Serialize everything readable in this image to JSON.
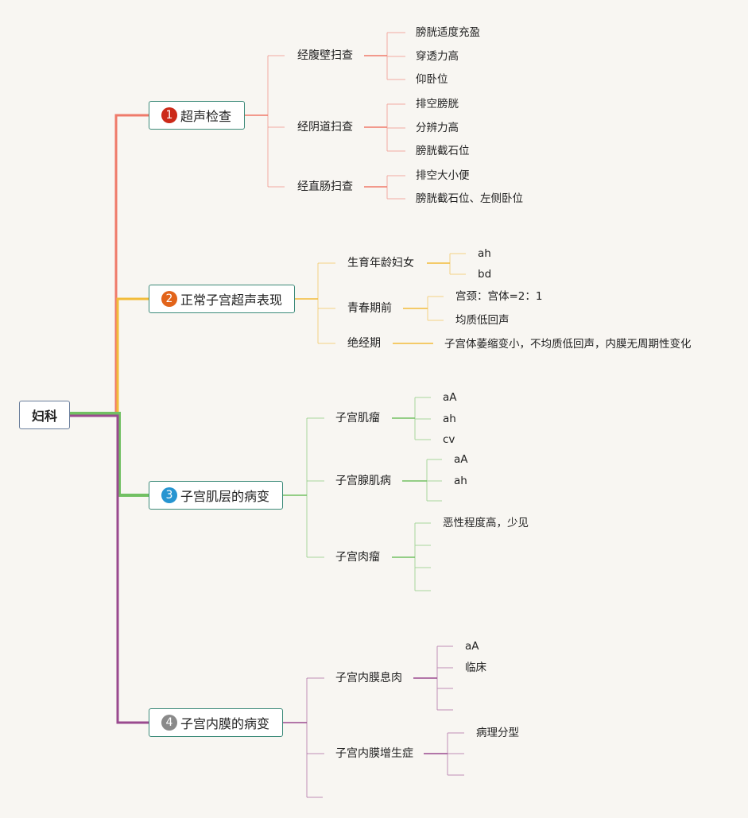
{
  "colors": {
    "b1": "#ef7a6a",
    "b2": "#f2bc3a",
    "b3": "#72c063",
    "b4": "#9a4a8f",
    "num1": "#cc2a19",
    "num2": "#e2641a",
    "num3": "#2795d1",
    "num4": "#8a8a8a"
  },
  "root": {
    "label": "妇科"
  },
  "branches": [
    {
      "num": "1",
      "label": "超声检查",
      "children": [
        {
          "label": "经腹壁扫查",
          "leaves": [
            "膀胱适度充盈",
            "穿透力高",
            "仰卧位"
          ]
        },
        {
          "label": "经阴道扫查",
          "leaves": [
            "排空膀胱",
            "分辨力高",
            "膀胱截石位"
          ]
        },
        {
          "label": "经直肠扫查",
          "leaves": [
            "排空大小便",
            "膀胱截石位、左侧卧位"
          ]
        }
      ]
    },
    {
      "num": "2",
      "label": "正常子宫超声表现",
      "children": [
        {
          "label": "生育年龄妇女",
          "leaves": [
            "ah",
            "bd"
          ]
        },
        {
          "label": "青春期前",
          "leaves": [
            "宫颈：宫体=2：1",
            "均质低回声"
          ]
        },
        {
          "label": "绝经期",
          "leaves": [
            "子宫体萎缩变小，不均质低回声，内膜无周期性变化"
          ]
        }
      ]
    },
    {
      "num": "3",
      "label": "子宫肌层的病变",
      "children": [
        {
          "label": "子宫肌瘤",
          "leaves": [
            "aA",
            "ah",
            "cv"
          ]
        },
        {
          "label": "子宫腺肌病",
          "leaves": [
            "aA",
            "ah",
            ""
          ]
        },
        {
          "label": "子宫肉瘤",
          "leaves": [
            "恶性程度高，少见",
            "",
            "",
            ""
          ]
        }
      ]
    },
    {
      "num": "4",
      "label": "子宫内膜的病变",
      "children": [
        {
          "label": "子宫内膜息肉",
          "leaves": [
            "aA",
            "临床",
            "",
            ""
          ]
        },
        {
          "label": "子宫内膜增生症",
          "leaves": [
            "病理分型",
            "",
            ""
          ]
        },
        {
          "label": "",
          "leaves": []
        }
      ]
    }
  ]
}
